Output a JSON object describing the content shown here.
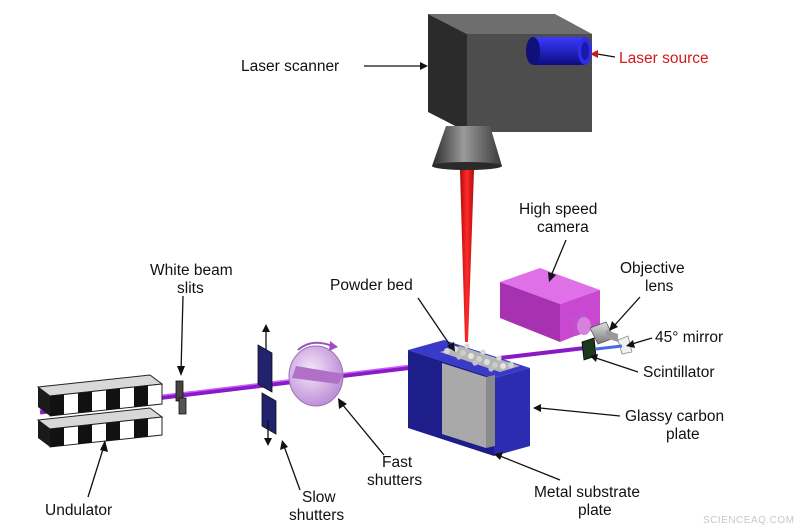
{
  "labels": {
    "laser_scanner": "Laser scanner",
    "laser_source": "Laser source",
    "high_speed_camera_1": "High speed",
    "high_speed_camera_2": "camera",
    "objective_lens_1": "Objective",
    "objective_lens_2": "lens",
    "mirror": "45° mirror",
    "scintillator": "Scintillator",
    "white_beam_slits_1": "White beam",
    "white_beam_slits_2": "slits",
    "powder_bed": "Powder bed",
    "glassy_carbon_1": "Glassy carbon",
    "glassy_carbon_2": "plate",
    "fast_shutters_1": "Fast",
    "fast_shutters_2": "shutters",
    "slow_shutters_1": "Slow",
    "slow_shutters_2": "shutters",
    "metal_substrate_1": "Metal substrate",
    "metal_substrate_2": "plate",
    "undulator": "Undulator"
  },
  "watermark": "SCIENCEAQ.COM",
  "colors": {
    "laser_red": "#e01818",
    "xray_beam": "#a020e0",
    "substrate_blue": "#2c2ca8",
    "camera_magenta": "#c040c8",
    "scanner_gray": "#3a3a3a",
    "label_red": "#d11a1a"
  },
  "icons": {
    "shutter_arrows": "double-arrow-icon",
    "rotation": "rotation-arrow-icon"
  }
}
